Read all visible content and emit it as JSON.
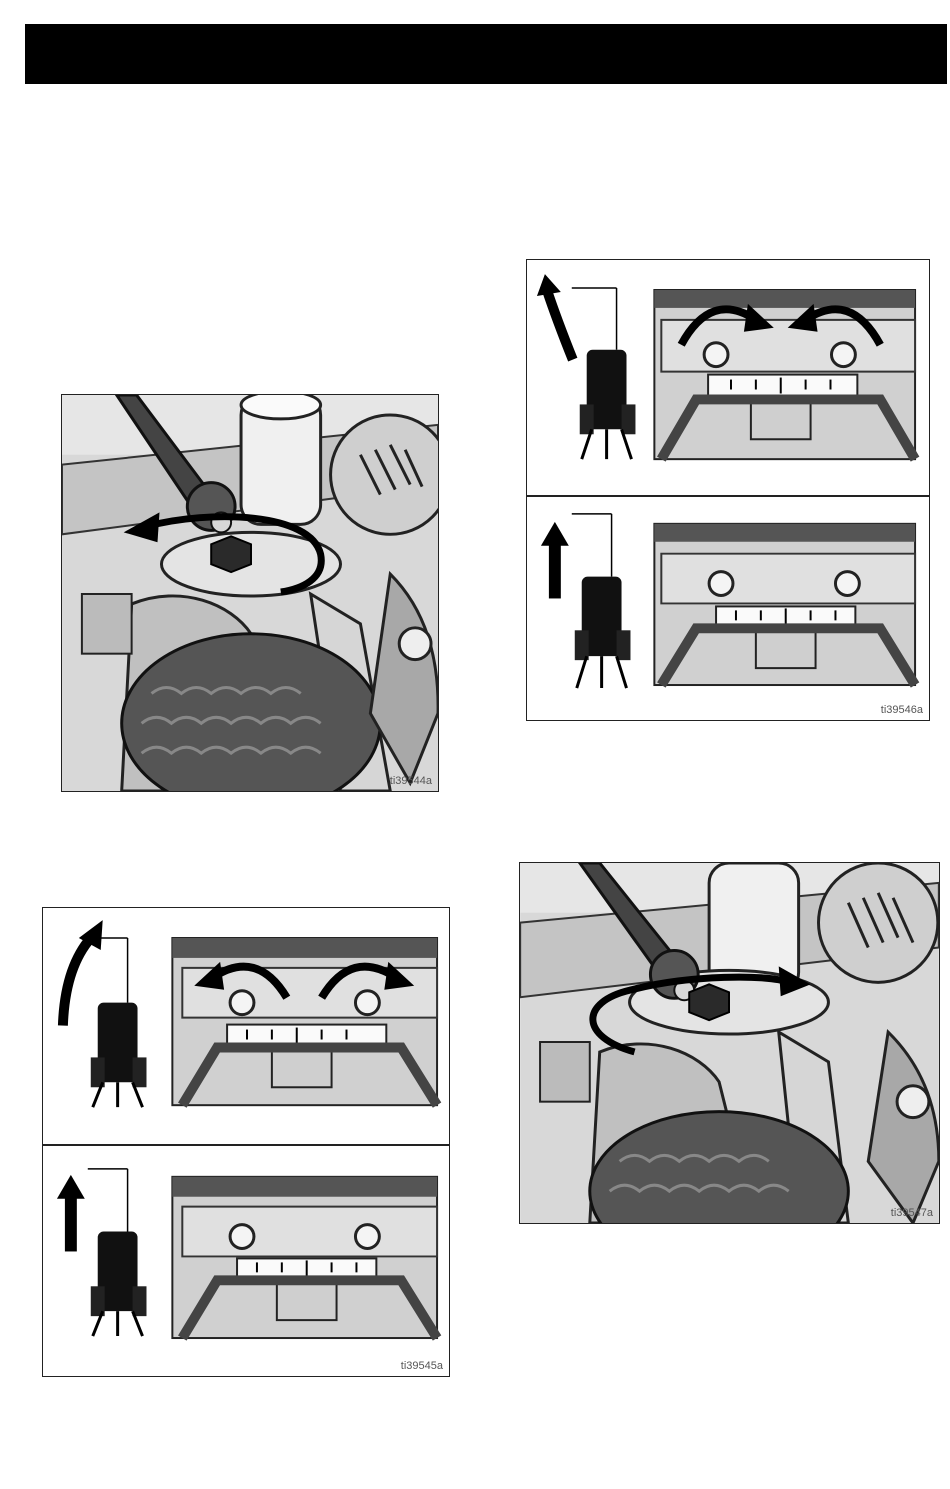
{
  "page": {
    "header_text": ""
  },
  "figures": [
    {
      "id": "ti39544a",
      "label": "ti39544a",
      "description_icons": [
        "wrench-icon",
        "rotate-counterclockwise-arrow-icon"
      ]
    },
    {
      "id": "ti39545a",
      "label": "ti39545a",
      "description_icons": [
        "curved-up-arrow-icon",
        "straight-up-arrow-icon",
        "rotate-outward-arrows-icon"
      ]
    },
    {
      "id": "ti39546a",
      "label": "ti39546a",
      "description_icons": [
        "curved-up-arrow-icon",
        "straight-up-arrow-icon",
        "rotate-inward-arrows-icon"
      ]
    },
    {
      "id": "ti39547a",
      "label": "ti39547a",
      "description_icons": [
        "wrench-icon",
        "rotate-clockwise-arrow-icon"
      ]
    }
  ]
}
